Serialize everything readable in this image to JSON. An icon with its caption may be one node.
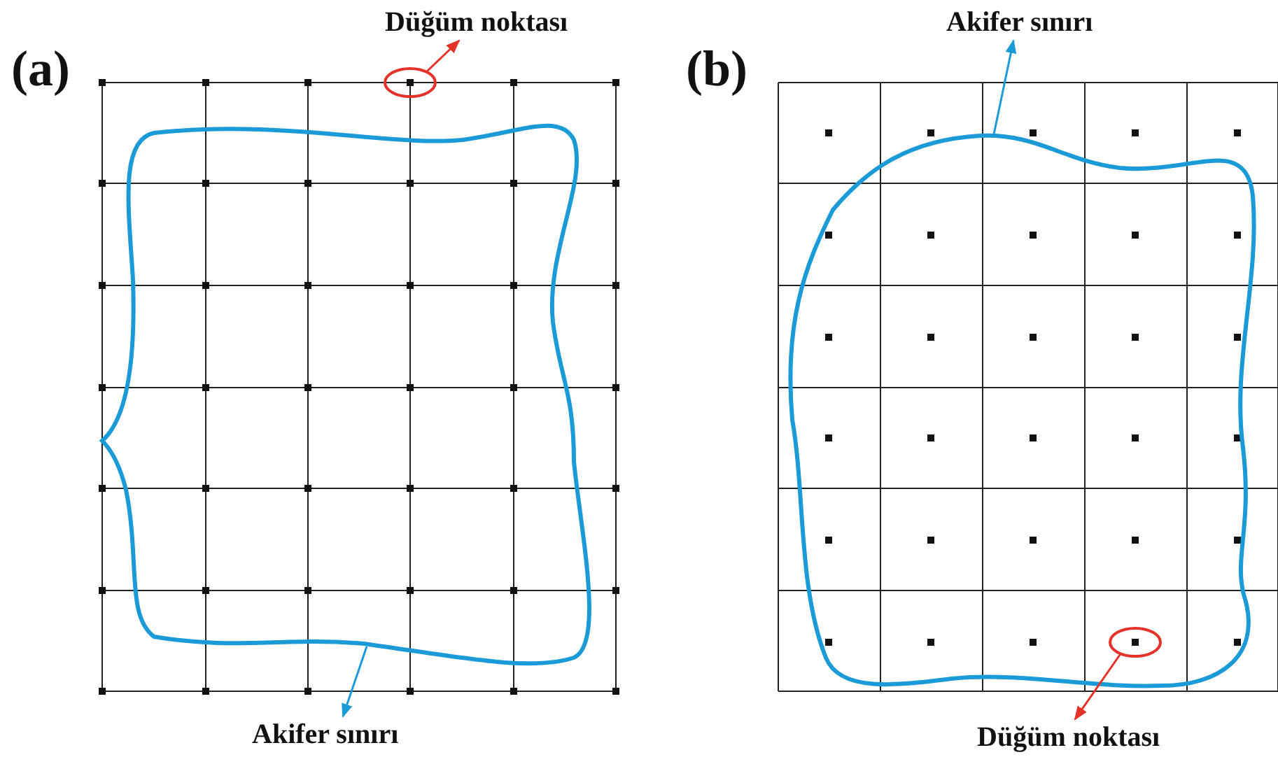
{
  "diagram": {
    "nodes": [
      {
        "text": [
          "Düğüm noktası"
        ]
      },
      {
        "text": [],
        "shape": "circle"
      },
      {
        "text": [
          "Akifer sınırı"
        ]
      },
      {
        "text": [],
        "shape": "loop"
      },
      {
        "text": [
          "Akifer sınırı"
        ]
      },
      {
        "text": [],
        "shape": "loop"
      },
      {
        "text": [
          "Düğüm noktası"
        ]
      },
      {
        "text": [],
        "shape": "circle",
        "in": 5
      }
    ],
    "edges": [
      {
        "from": 1,
        "to": 0,
        "arrow": "to",
        "color": "#e53228"
      },
      {
        "from": 3,
        "to": 2,
        "arrow": "to",
        "color": "#1a9ad6"
      },
      {
        "from": 5,
        "to": 4,
        "arrow": "to",
        "color": "#1a9ad6"
      },
      {
        "from": 7,
        "to": 6,
        "arrow": "to",
        "color": "#e53228"
      }
    ],
    "labels": [
      "(a)",
      "(b)"
    ]
  }
}
